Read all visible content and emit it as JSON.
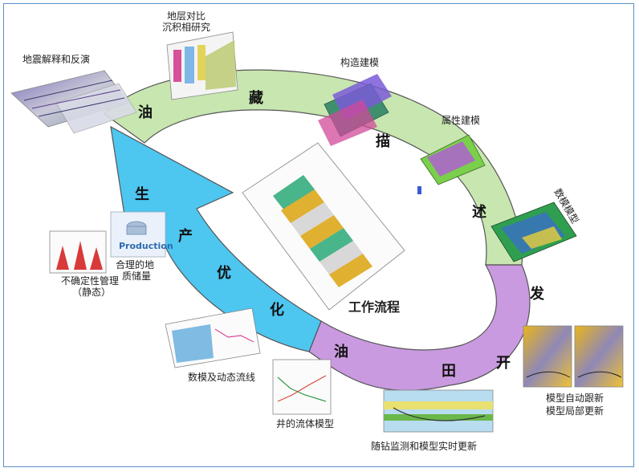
{
  "colors": {
    "reservoir_band": "#c8e6b0",
    "development_band": "#c99ae0",
    "production_arrow": "#4dc6f0",
    "outline": "#555555"
  },
  "ring_chars": {
    "reservoir": [
      "油",
      "藏",
      "描",
      "述"
    ],
    "development": [
      "发",
      "开",
      "田",
      "油"
    ],
    "production": [
      "生",
      "产",
      "优",
      "化"
    ]
  },
  "center_label": "工作流程",
  "production_card": {
    "word": "Production",
    "caption_line1": "合理的地",
    "caption_line2": "质储量"
  },
  "labels": {
    "seismic": "地震解释和反演",
    "strat_line1": "地层对比",
    "strat_line2": "沉积相研究",
    "structure": "构造建模",
    "property": "属性建模",
    "numerical": "数模模型",
    "uncert_line1": "不确定性管理",
    "uncert_line2": "（静态）",
    "dynamic": "数模及动态流线",
    "wellfluid": "井的流体模型",
    "realtime": "随钻监测和模型实时更新",
    "auto_line1": "模型自动跟新",
    "auto_line2": "模型局部更新"
  }
}
